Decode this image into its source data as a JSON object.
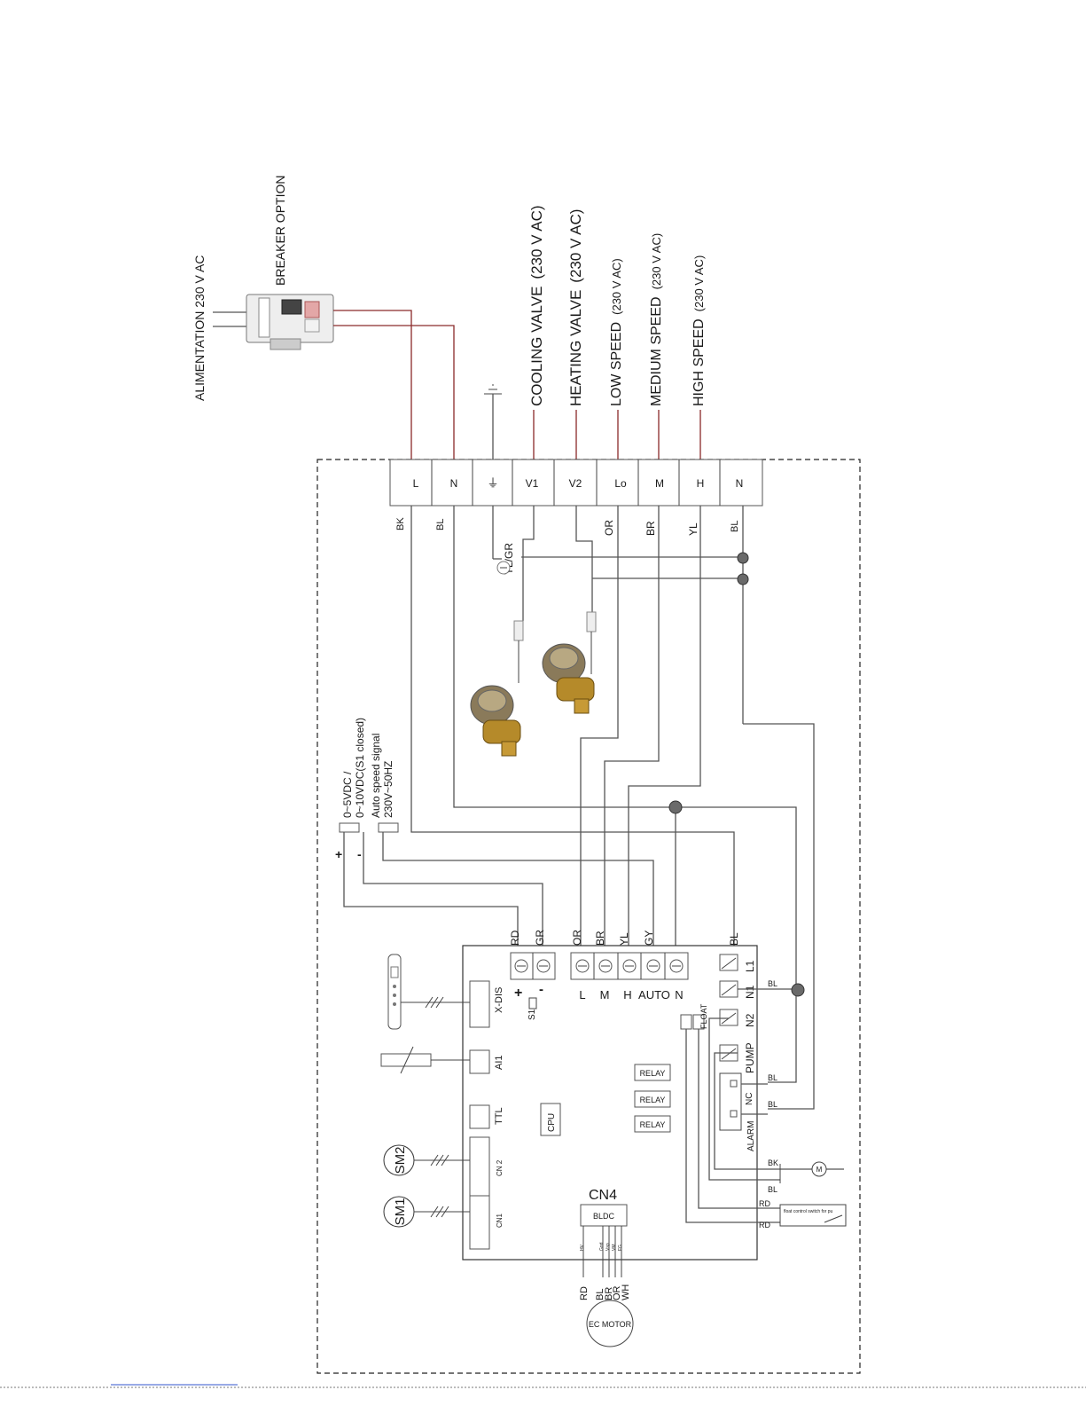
{
  "supply": {
    "alimentation": "ALIMENTATION 230 V AC",
    "breaker": "BREAKER OPTION"
  },
  "top_labels": {
    "cooling": "COOLING VALVE",
    "cooling_v": "(230 V AC)",
    "heating": "HEATING VALVE",
    "heating_v": "(230 V AC)",
    "low": "LOW SPEED",
    "low_v": "(230 V AC)",
    "medium": "MEDIUM SPEED",
    "medium_v": "(230 V AC)",
    "high": "HIGH SPEED",
    "high_v": "(230 V AC)"
  },
  "terminal_block": [
    "L",
    "N",
    "⏚",
    "V1",
    "V2",
    "Lo",
    "M",
    "H",
    "N"
  ],
  "wire_colors_top": {
    "bk": "BK",
    "bl1": "BL",
    "ylgr": "YL/GR",
    "or": "OR",
    "br": "BR",
    "yl": "YL",
    "bl2": "BL"
  },
  "signal": {
    "line1": "0~5VDC   /",
    "line2": "0~10VDC(S1 closed)",
    "line3": "Auto speed signal",
    "line4": "230V~50HZ",
    "plus": "+",
    "minus": "-"
  },
  "board_wire_labels": {
    "rd": "RD",
    "gr": "GR",
    "or": "OR",
    "br": "BR",
    "yl": "YL",
    "gy": "GY",
    "bl": "BL"
  },
  "board": {
    "plus": "+",
    "minus": "-",
    "speed_terms": [
      "L",
      "M",
      "H",
      "AUTO",
      "N"
    ],
    "s1": "S1",
    "float": "FLOAT",
    "relays_out": [
      "L1",
      "N1",
      "N2",
      "PUMP"
    ],
    "xdis": "X-DIS",
    "ai1": "AI1",
    "ttl": "TTL",
    "cpu": "CPU",
    "relay1": "RELAY",
    "relay2": "RELAY",
    "relay3": "RELAY",
    "cn2": "CN 2",
    "cn1": "CN1",
    "cn4": "CN4",
    "bldc": "BLDC",
    "bldc_pins": [
      "HV",
      "Gnd",
      "Vsp",
      "VM",
      "FG"
    ],
    "alarm": "ALARM",
    "nc": "NC"
  },
  "right_labels": {
    "bl_n1": "BL",
    "bl_pump": "BL",
    "bl_nc": "BL",
    "bk": "BK",
    "bl_m": "BL",
    "rd1": "RD",
    "rd2": "RD",
    "float_switch": "float control switch for pu",
    "motor_m": "M"
  },
  "sensors": {
    "sm2": "SM2",
    "sm1": "SM1"
  },
  "motor": {
    "wires": [
      "RD",
      "BL",
      "BR",
      "OR",
      "WH"
    ],
    "label": "EC MOTOR"
  }
}
